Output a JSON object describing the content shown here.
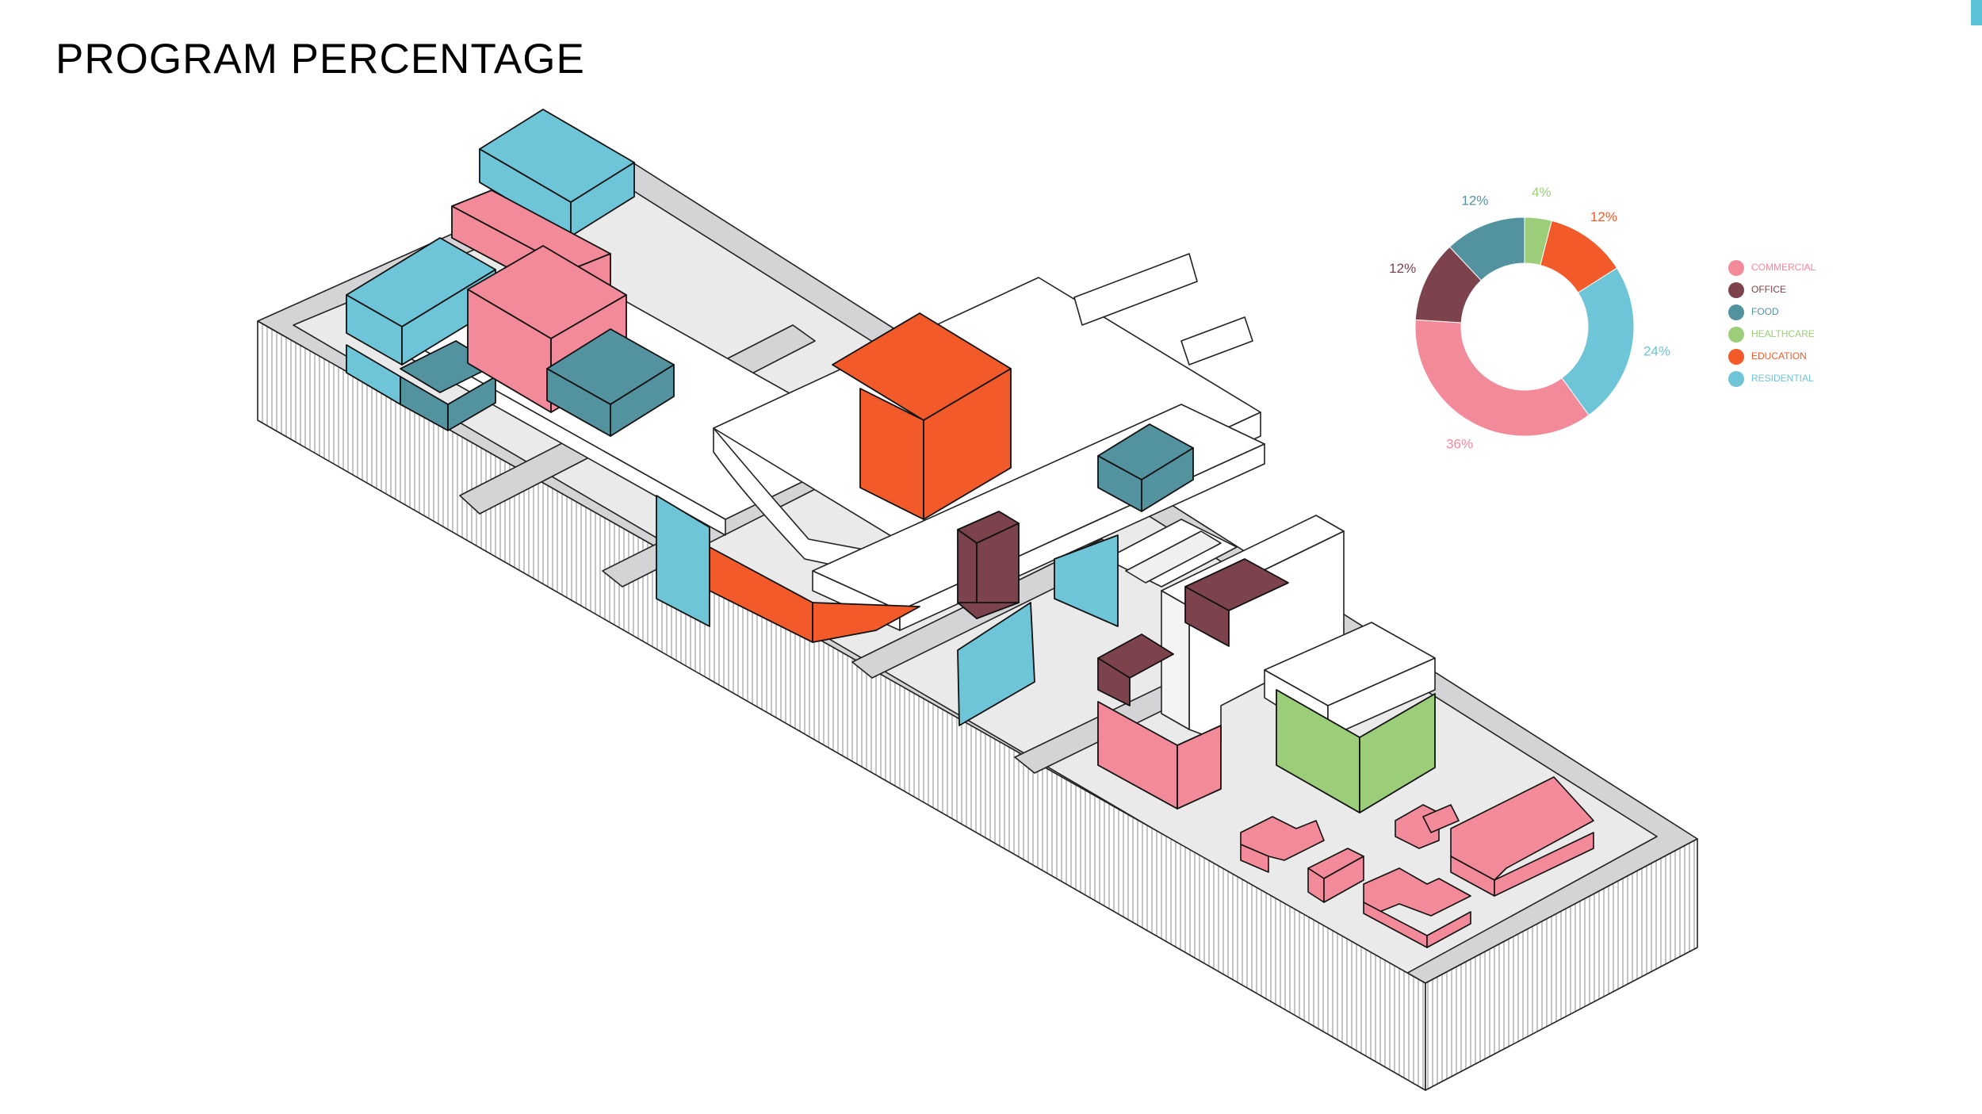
{
  "title": "PROGRAM PERCENTAGE",
  "colors": {
    "commercial": "#f38a99",
    "office": "#7d434c",
    "food": "#53929f",
    "healthcare": "#9ccd78",
    "education": "#f25a2a",
    "residential": "#6ec5d8",
    "accent": "#5bc3d8"
  },
  "chart_data": {
    "type": "pie",
    "donut": true,
    "legend_placement": "right",
    "series": [
      {
        "name": "HEALTHCARE",
        "value": 4,
        "label": "4%",
        "color": "#9ccd78"
      },
      {
        "name": "EDUCATION",
        "value": 12,
        "label": "12%",
        "color": "#f25a2a"
      },
      {
        "name": "RESIDENTIAL",
        "value": 24,
        "label": "24%",
        "color": "#6ec5d8"
      },
      {
        "name": "COMMERCIAL",
        "value": 36,
        "label": "36%",
        "color": "#f38a99"
      },
      {
        "name": "OFFICE",
        "value": 12,
        "label": "12%",
        "color": "#7d434c"
      },
      {
        "name": "FOOD",
        "value": 12,
        "label": "12%",
        "color": "#53929f"
      }
    ],
    "legend": [
      {
        "name": "COMMERCIAL",
        "color": "#f38a99"
      },
      {
        "name": "OFFICE",
        "color": "#7d434c"
      },
      {
        "name": "FOOD",
        "color": "#53929f"
      },
      {
        "name": "HEALTHCARE",
        "color": "#9ccd78"
      },
      {
        "name": "EDUCATION",
        "color": "#f25a2a"
      },
      {
        "name": "RESIDENTIAL",
        "color": "#6ec5d8"
      }
    ]
  }
}
